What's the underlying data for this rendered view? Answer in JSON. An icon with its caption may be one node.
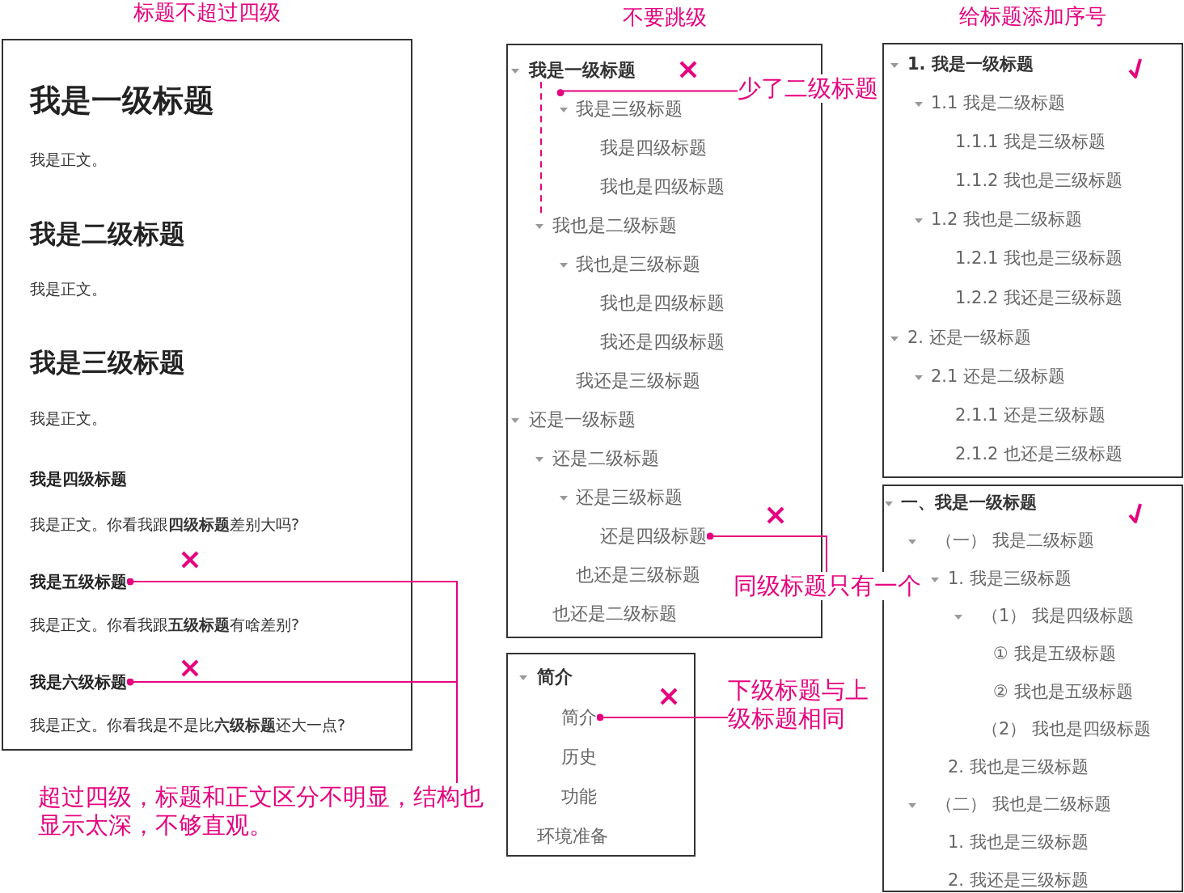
{
  "diagram": {
    "nodes": [
      {
        "text": [
          "标题不超过四级"
        ]
      },
      {
        "text": [
          "我是一级标题"
        ],
        "in": 0
      },
      {
        "text": [
          "我是正文。"
        ],
        "in": 0
      },
      {
        "text": [
          "我是二级标题"
        ],
        "in": 0
      },
      {
        "text": [
          "我是正文。"
        ],
        "in": 0
      },
      {
        "text": [
          "我是三级标题"
        ],
        "in": 0
      },
      {
        "text": [
          "我是正文。"
        ],
        "in": 0
      },
      {
        "text": [
          "我是四级标题"
        ],
        "in": 0
      },
      {
        "text": [
          "我是正文。你看我跟**四级标题**差别大吗?"
        ],
        "in": 0
      },
      {
        "text": [
          "我是五级标题"
        ],
        "in": 0
      },
      {
        "text": [
          "我是正文。你看我跟**五级标题**有啥差别?"
        ],
        "in": 0
      },
      {
        "text": [
          "我是六级标题"
        ],
        "in": 0
      },
      {
        "text": [
          "我是正文。你看我是不是比**六级标题**还大一点?"
        ],
        "in": 0
      },
      {
        "text": [
          "不要跳级"
        ]
      },
      {
        "text": [
          "我是一级标题"
        ],
        "in": 13
      },
      {
        "text": [
          "我是三级标题"
        ],
        "in": 13
      },
      {
        "text": [
          "我是四级标题"
        ],
        "in": 13
      },
      {
        "text": [
          "我也是四级标题"
        ],
        "in": 13
      },
      {
        "text": [
          "我也是二级标题"
        ],
        "in": 13
      },
      {
        "text": [
          "我也是三级标题"
        ],
        "in": 13
      },
      {
        "text": [
          "我也是四级标题"
        ],
        "in": 13
      },
      {
        "text": [
          "我还是四级标题"
        ],
        "in": 13
      },
      {
        "text": [
          "我还是三级标题"
        ],
        "in": 13
      },
      {
        "text": [
          "还是一级标题"
        ],
        "in": 13
      },
      {
        "text": [
          "还是二级标题"
        ],
        "in": 13
      },
      {
        "text": [
          "还是三级标题"
        ],
        "in": 13
      },
      {
        "text": [
          "还是四级标题"
        ],
        "in": 13
      },
      {
        "text": [
          "也还是三级标题"
        ],
        "in": 13
      },
      {
        "text": [
          "也还是二级标题"
        ],
        "in": 13
      },
      {
        "text": [],
        "shape": "box"
      },
      {
        "text": [
          "简介"
        ],
        "in": 29
      },
      {
        "text": [
          "简介"
        ],
        "in": 29
      },
      {
        "text": [
          "历史"
        ],
        "in": 29
      },
      {
        "text": [
          "功能"
        ],
        "in": 29
      },
      {
        "text": [
          "环境准备"
        ],
        "in": 29
      },
      {
        "text": [
          "给标题添加序号"
        ]
      },
      {
        "text": [
          "1. 我是一级标题"
        ],
        "in": 35
      },
      {
        "text": [
          "1.1 我是二级标题"
        ],
        "in": 35
      },
      {
        "text": [
          "1.1.1 我是三级标题"
        ],
        "in": 35
      },
      {
        "text": [
          "1.1.2 我也是三级标题"
        ],
        "in": 35
      },
      {
        "text": [
          "1.2 我也是二级标题"
        ],
        "in": 35
      },
      {
        "text": [
          "1.2.1 我也是三级标题"
        ],
        "in": 35
      },
      {
        "text": [
          "1.2.2 我还是三级标题"
        ],
        "in": 35
      },
      {
        "text": [
          "2. 还是一级标题"
        ],
        "in": 35
      },
      {
        "text": [
          "2.1 还是二级标题"
        ],
        "in": 35
      },
      {
        "text": [
          "2.1.1 还是三级标题"
        ],
        "in": 35
      },
      {
        "text": [
          "2.1.2 也还是三级标题"
        ],
        "in": 35
      },
      {
        "text": [],
        "shape": "box"
      },
      {
        "text": [
          "一、我是一级标题"
        ],
        "in": 47
      },
      {
        "text": [
          "（一） 我是二级标题"
        ],
        "in": 47
      },
      {
        "text": [
          "1. 我是三级标题"
        ],
        "in": 47
      },
      {
        "text": [
          "（1） 我是四级标题"
        ],
        "in": 47
      },
      {
        "text": [
          "① 我是五级标题"
        ],
        "in": 47
      },
      {
        "text": [
          "② 我也是五级标题"
        ],
        "in": 47
      },
      {
        "text": [
          "（2） 我也是四级标题"
        ],
        "in": 47
      },
      {
        "text": [
          "2. 我也是三级标题"
        ],
        "in": 47
      },
      {
        "text": [
          "（二） 我也是二级标题"
        ],
        "in": 47
      },
      {
        "text": [
          "1. 我也是三级标题"
        ],
        "in": 47
      },
      {
        "text": [
          "2. 我还是三级标题"
        ],
        "in": 47
      },
      {
        "text": [
          "超过四级，标题和正文区分不明显，结构也显示太深，不够直观。"
        ]
      },
      {
        "text": [
          "少了二级标题"
        ]
      },
      {
        "text": [
          "同级标题只有一个"
        ]
      },
      {
        "text": [
          "下级标题与上级标题相同"
        ]
      }
    ],
    "edges": [
      {
        "from": 59,
        "to": 9,
        "arrow": "other"
      },
      {
        "from": 59,
        "to": 11,
        "arrow": "other"
      },
      {
        "from": 60,
        "to": 15,
        "arrow": "other"
      },
      {
        "from": 61,
        "to": 26,
        "arrow": "other"
      },
      {
        "from": 62,
        "to": 31,
        "arrow": "other"
      },
      {
        "from": 14,
        "to": 18,
        "arrow": "none",
        "style": "dashed"
      }
    ]
  }
}
